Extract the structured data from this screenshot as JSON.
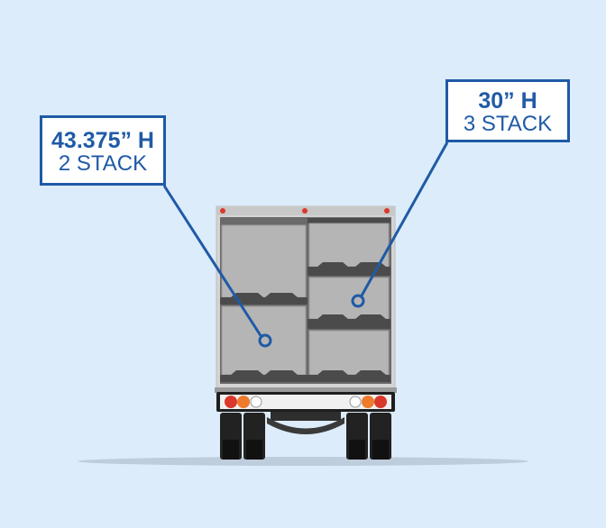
{
  "callouts": {
    "left": {
      "height": "43.375” H",
      "stack": "2 STACK"
    },
    "right": {
      "height": "30” H",
      "stack": "3 STACK"
    }
  },
  "colors": {
    "background": "#dcecfb",
    "accent": "#1f5aa6",
    "truck_body": "#d4d4d4",
    "container": "#b5b5b5",
    "pallet": "#4b4b4b",
    "tire": "#222222",
    "light_red": "#d9382b",
    "light_orange": "#ef7a2c"
  },
  "diagram": {
    "subject": "box truck rear view",
    "left_column_stack_count": 2,
    "right_column_stack_count": 3
  }
}
